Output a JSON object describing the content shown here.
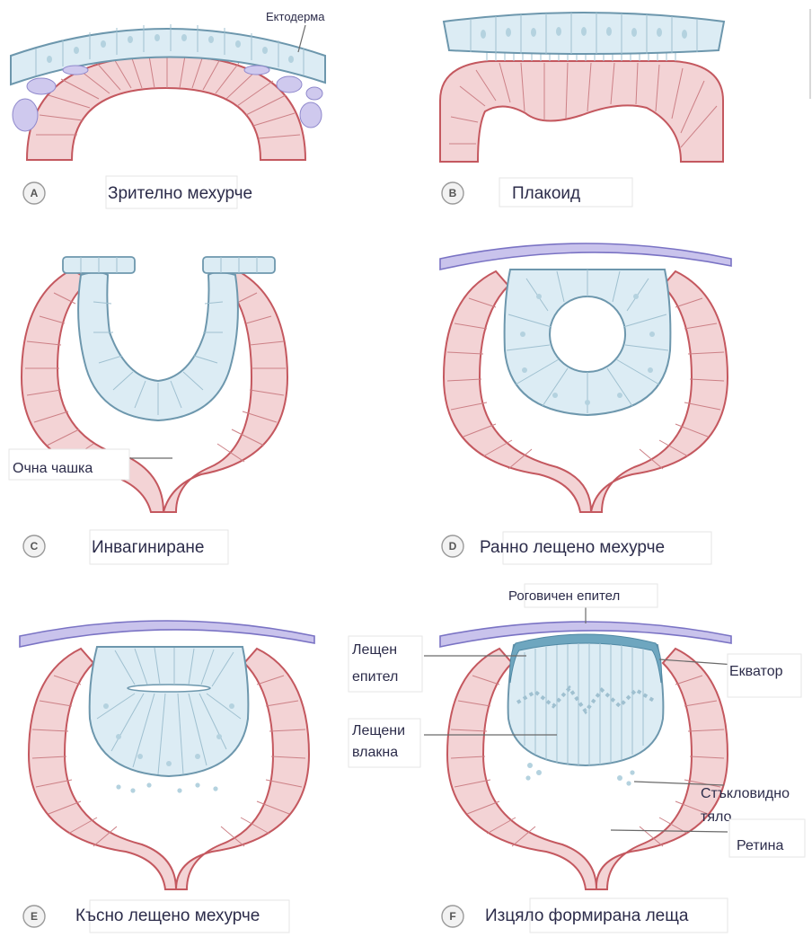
{
  "labels": {
    "ectoderm": "Ектодерма",
    "optic_cup": "Очна чашка",
    "corneal_epithelium": "Роговичен епител",
    "lens_epithelium_line1": "Лещен",
    "lens_epithelium_line2": "епител",
    "lens_fibers_line1": "Лещени",
    "lens_fibers_line2": "влакна",
    "equator": "Екватор",
    "vitreous_line1": "Стъкловидно",
    "vitreous_line2": "тяло",
    "retina": "Ретина"
  },
  "panels": [
    {
      "letter": "A",
      "caption": "Зрително мехурче"
    },
    {
      "letter": "B",
      "caption": "Плакоид"
    },
    {
      "letter": "C",
      "caption": "Инвагиниране"
    },
    {
      "letter": "D",
      "caption": "Ранно лещено мехурче"
    },
    {
      "letter": "E",
      "caption": "Късно лещено мехурче"
    },
    {
      "letter": "F",
      "caption": "Изцяло формирана леща"
    }
  ],
  "colors": {
    "retina_fill": "#f3d3d5",
    "retina_stroke": "#c4585f",
    "lens_fill": "#dcecf4",
    "lens_stroke": "#6d97ad",
    "cornea_fill": "#c9c3ec",
    "cornea_stroke": "#7a73c4"
  }
}
